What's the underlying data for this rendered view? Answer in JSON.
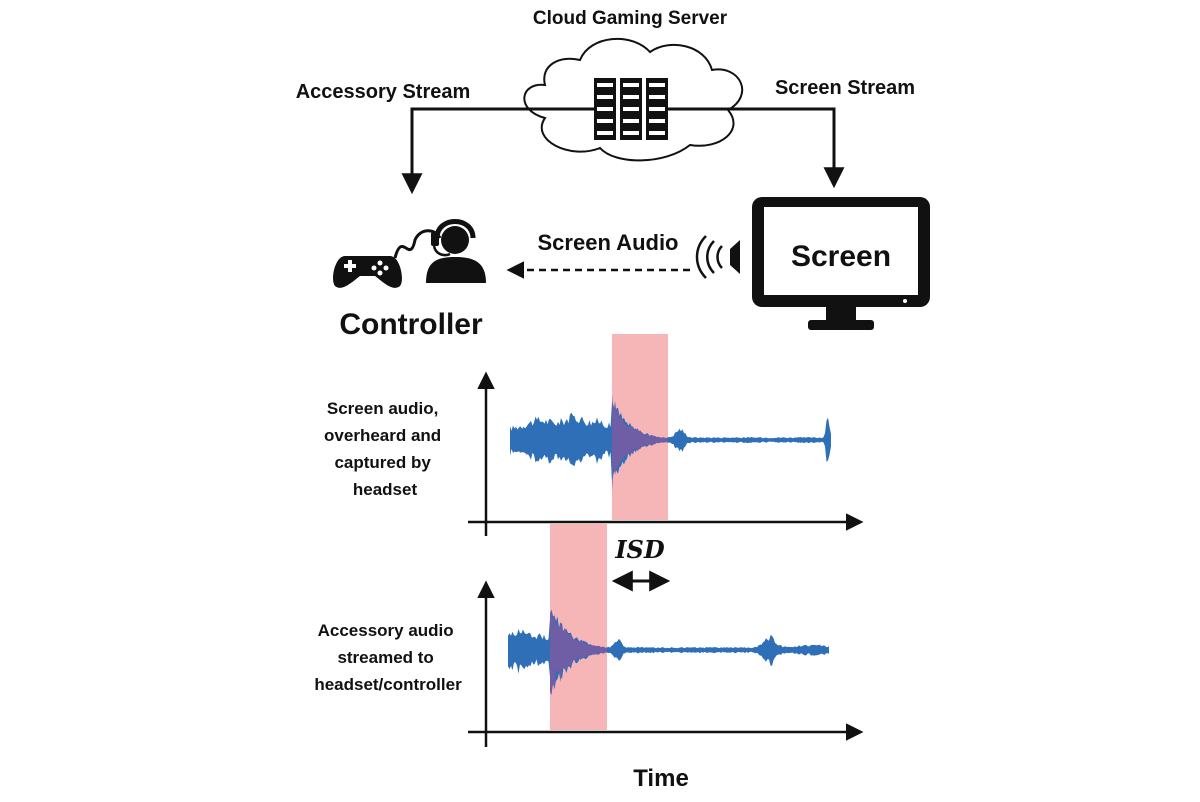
{
  "labels": {
    "server": "Cloud Gaming Server",
    "accessory_stream": "Accessory Stream",
    "screen_stream": "Screen Stream",
    "screen_audio": "Screen Audio",
    "screen": "Screen",
    "controller": "Controller",
    "isd": "ISD",
    "time": "Time"
  },
  "top_plot_label": [
    "Screen audio,",
    "overheard and",
    "captured by",
    "headset"
  ],
  "bottom_plot_label": [
    "Accessory audio",
    "streamed to",
    "headset/controller"
  ],
  "colors": {
    "waveform": "#2e6fb7",
    "highlight": "#f6b6b8",
    "overlap": "#6f5ea5",
    "ink": "#111111"
  },
  "icons": {
    "server": "server-rack-icon",
    "cloud": "cloud-icon",
    "speaker": "speaker-icon",
    "gamepad": "gamepad-icon",
    "user": "headset-user-icon",
    "monitor": "monitor-icon"
  }
}
